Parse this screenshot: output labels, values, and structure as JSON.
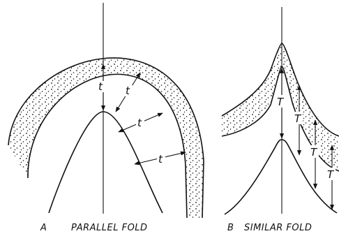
{
  "panel_a": {
    "letter": "A",
    "caption": "PARALLEL FOLD",
    "thickness_label": "t"
  },
  "panel_b": {
    "letter": "B",
    "caption": "SIMILAR FOLD",
    "thickness_label": "T"
  },
  "colors": {
    "ink": "#111111",
    "background": "#ffffff"
  }
}
